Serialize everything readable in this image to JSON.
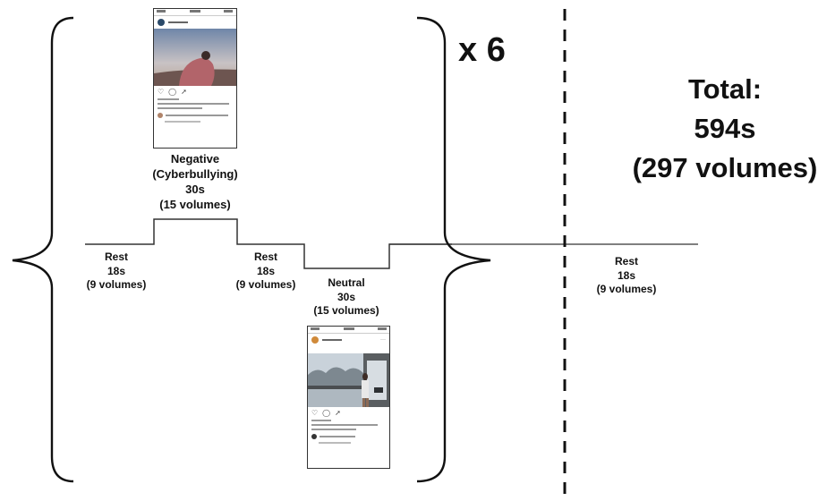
{
  "repeat": {
    "label": "x 6"
  },
  "total": {
    "line1": "Total:",
    "line2": "594s",
    "line3": "(297 volumes)"
  },
  "blocks": {
    "rest1": {
      "text": "Rest\n18s\n(9 volumes)"
    },
    "negative": {
      "text": "Negative\n(Cyberbullying)\n30s\n(15 volumes)"
    },
    "rest2": {
      "text": "Rest\n18s\n(9 volumes)"
    },
    "neutral": {
      "text": "Neutral\n30s\n(15 volumes)"
    },
    "rest_final": {
      "text": "Rest\n18s\n(9 volumes)"
    }
  },
  "colors": {
    "line": "#333333",
    "negative_photo_sky": "#9fb4cf",
    "neutral_photo_sky": "#c9d2da"
  }
}
